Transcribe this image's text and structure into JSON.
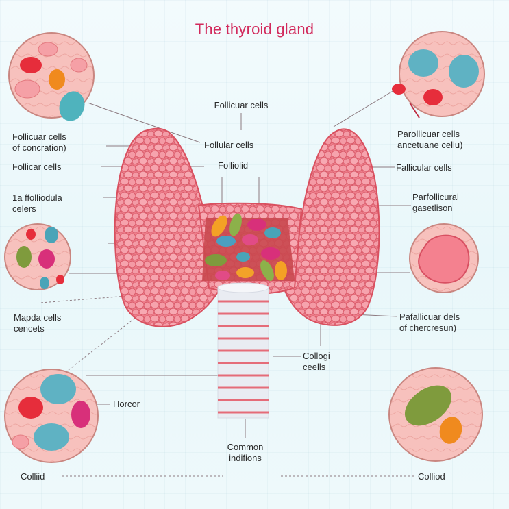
{
  "title": "The thyroid gland",
  "colors": {
    "title": "#d22a5c",
    "gland": "#ef7f8c",
    "gland_outline": "#d9505f",
    "trachea": "#e6e9f0",
    "trachea_ring": "#e56b78",
    "background": "#eaf8fb"
  },
  "labels": {
    "top_center": "Follicuar cells",
    "left_1_line1": "Follicuar cells",
    "left_1_line2": "of concration)",
    "center_follicular": "Follular cells",
    "left_2": "Follicar cells",
    "center_folliolid": "Folliolid",
    "left_3_line1": "1a ffolliodula",
    "left_3_line2": "celers",
    "right_1_line1": "Parollicuar cells",
    "right_1_line2": "ancetuane cellu)",
    "right_2": "Fallicular cells",
    "right_3_line1": "Parfollicural",
    "right_3_line2": "gasetlison",
    "left_4_line1": "Mapda cells",
    "left_4_line2": "cencets",
    "right_4_line1": "Pafallicuar dels",
    "right_4_line2": "of chercresun)",
    "center_collogi_line1": "Collogi",
    "center_collogi_line2": "ceells",
    "horcor": "Horcor",
    "common_line1": "Common",
    "common_line2": "indifions",
    "bottom_left": "Colliid",
    "bottom_right": "Colliod"
  }
}
